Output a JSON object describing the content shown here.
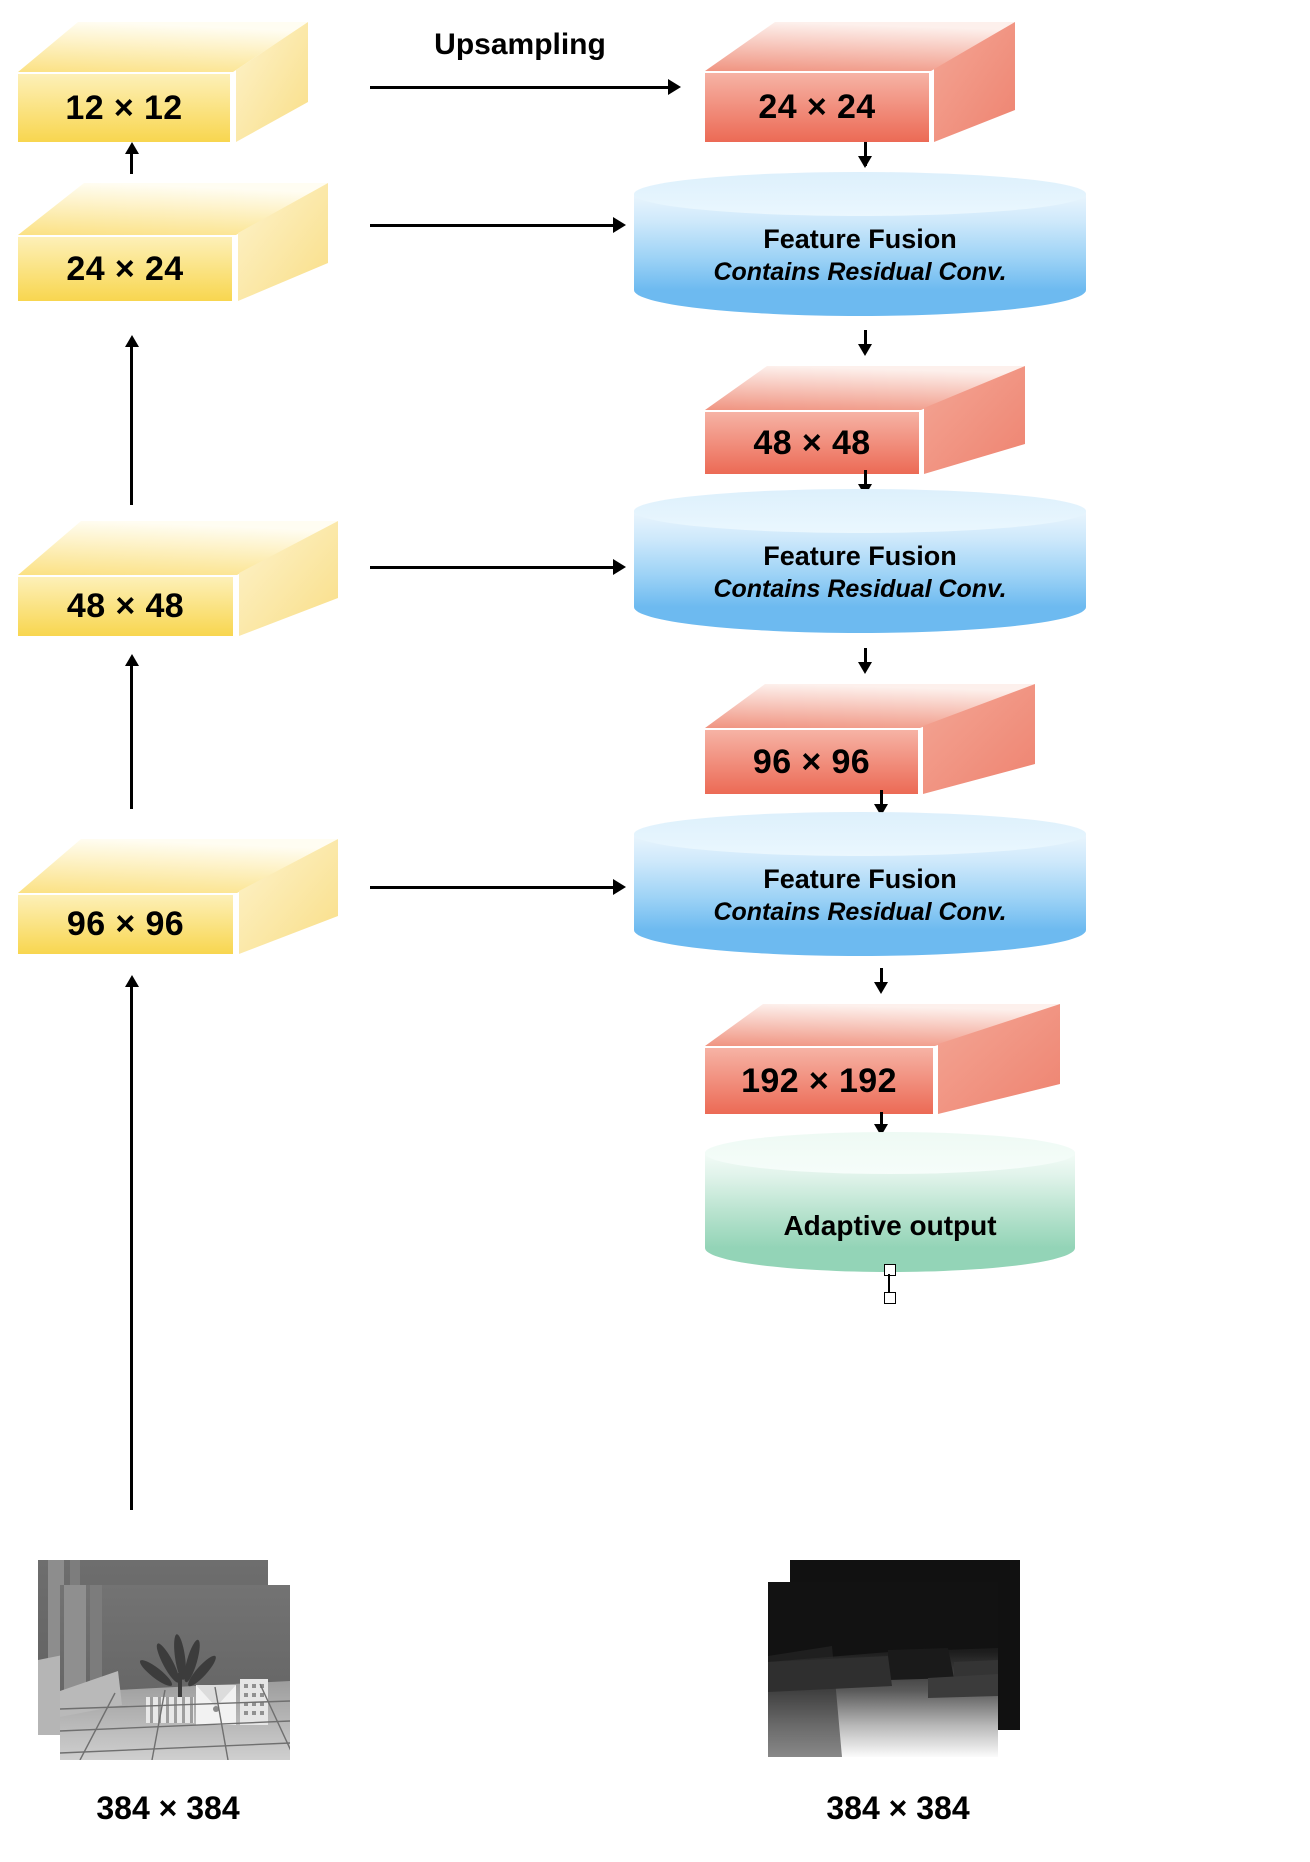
{
  "diagram": {
    "title_label": "Upsampling",
    "encoder_blocks": [
      {
        "name": "enc-12",
        "label": "12 × 12"
      },
      {
        "name": "enc-24",
        "label": "24 × 24"
      },
      {
        "name": "enc-48",
        "label": "48 × 48"
      },
      {
        "name": "enc-96",
        "label": "96 × 96"
      }
    ],
    "decoder_blocks": [
      {
        "name": "dec-24",
        "label": "24 × 24"
      },
      {
        "name": "dec-48",
        "label": "48 × 48"
      },
      {
        "name": "dec-96",
        "label": "96 × 96"
      },
      {
        "name": "dec-192",
        "label": "192 × 192"
      }
    ],
    "fusion_blocks": [
      {
        "name": "fusion-1",
        "title": "Feature Fusion",
        "subtitle": "Contains Residual Conv."
      },
      {
        "name": "fusion-2",
        "title": "Feature Fusion",
        "subtitle": "Contains Residual Conv."
      },
      {
        "name": "fusion-3",
        "title": "Feature Fusion",
        "subtitle": "Contains Residual Conv."
      }
    ],
    "output_head": {
      "name": "adaptive-output",
      "label": "Adaptive output"
    },
    "input_image": {
      "name": "input-rgb-image",
      "caption": "384 × 384"
    },
    "output_image": {
      "name": "output-depth-image",
      "caption": "384 × 384"
    },
    "colors": {
      "encoder_face": "#fbe07a",
      "encoder_top": "#fdf5cf",
      "decoder_face": "#ef7a68",
      "decoder_top": "#fbe3dd",
      "fusion_top": "#eaf5fd",
      "fusion_bottom": "#64b5ef",
      "output_top": "#f2fbf6",
      "output_bottom": "#90d3b6",
      "stroke": "#000000",
      "background": "#ffffff"
    }
  }
}
